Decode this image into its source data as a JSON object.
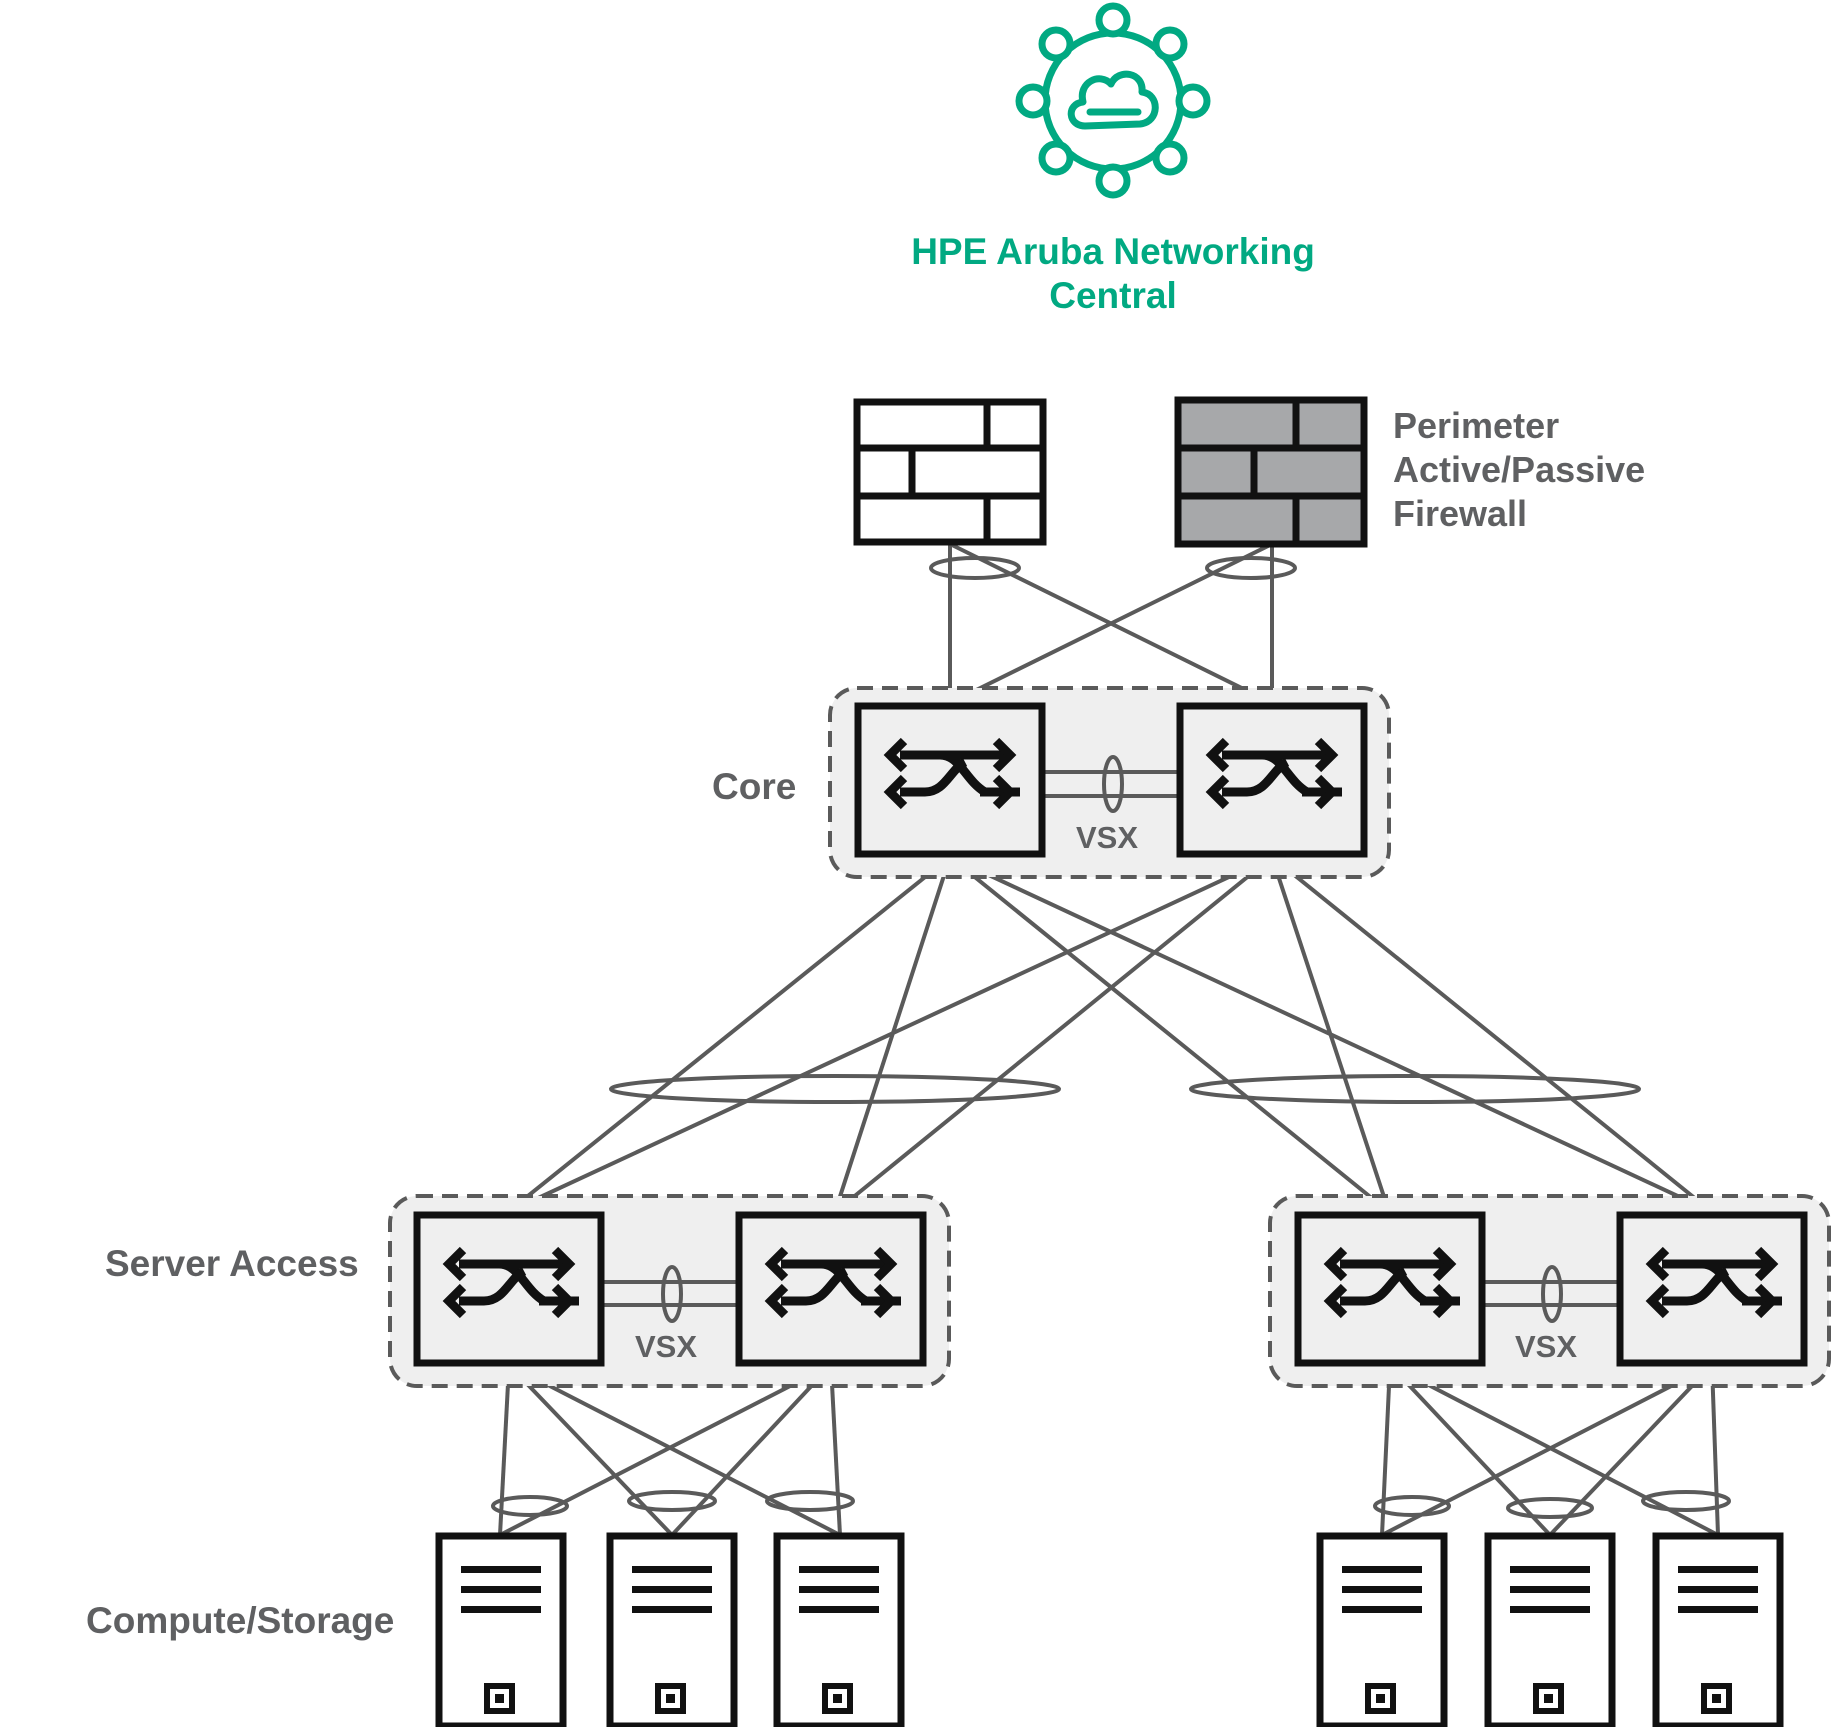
{
  "title": {
    "line1": "HPE Aruba Networking",
    "line2": "Central"
  },
  "firewall": {
    "label_line1": "Perimeter",
    "label_line2": "Active/Passive",
    "label_line3": "Firewall",
    "active_icon": "firewall-icon",
    "passive_icon": "firewall-icon"
  },
  "tiers": {
    "core": "Core",
    "server_access": "Server Access",
    "compute": "Compute/Storage"
  },
  "vsx": {
    "core": "VSX",
    "access_left": "VSX",
    "access_right": "VSX"
  },
  "icons": {
    "logo": "cloud-network-icon",
    "switch": "switch-icon",
    "server": "server-icon"
  },
  "colors": {
    "brand_green": "#01a982",
    "label_gray": "#5f6062",
    "link_gray": "#5a5a5a",
    "group_fill": "#efefef",
    "passive_firewall_fill": "#a7a8aa"
  }
}
